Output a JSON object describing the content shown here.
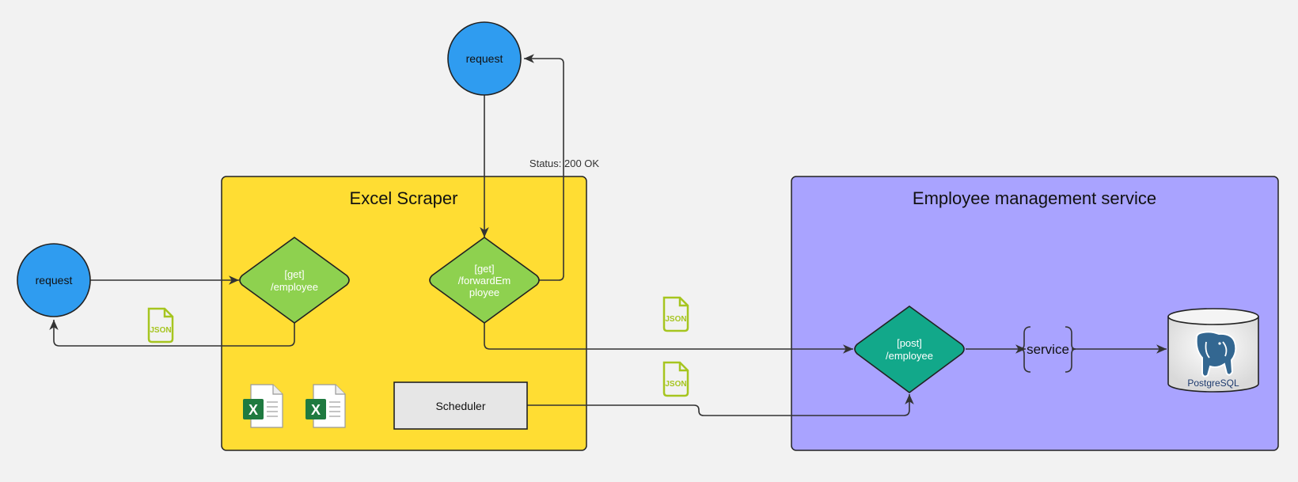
{
  "containers": {
    "excel_scraper": {
      "title": "Excel Scraper",
      "fill": "#ffdd33"
    },
    "employee_service": {
      "title": "Employee management service",
      "fill": "#a9a3ff"
    }
  },
  "nodes": {
    "request_left": {
      "label": "request",
      "fill": "#2f9cf0"
    },
    "request_top": {
      "label": "request",
      "fill": "#2f9cf0"
    },
    "get_employee": {
      "lines": [
        "[get]",
        "/employee"
      ],
      "fill": "#8ed14f"
    },
    "get_forward": {
      "lines": [
        "[get]",
        "/forwardEm",
        "ployee"
      ],
      "fill": "#8ed14f"
    },
    "post_employee": {
      "lines": [
        "[post]",
        "/employee"
      ],
      "fill": "#12a88a"
    },
    "scheduler": {
      "label": "Scheduler",
      "fill": "#e6e6e6"
    },
    "service": {
      "label": "service"
    },
    "postgres": {
      "label": "PostgreSQL"
    }
  },
  "edge_labels": {
    "status_ok": "Status: 200 OK"
  },
  "icons": {
    "json_badge_text": "JSON",
    "json_color": "#a6c51f",
    "excel_letter": "X",
    "excel_color": "#1f7a40"
  }
}
